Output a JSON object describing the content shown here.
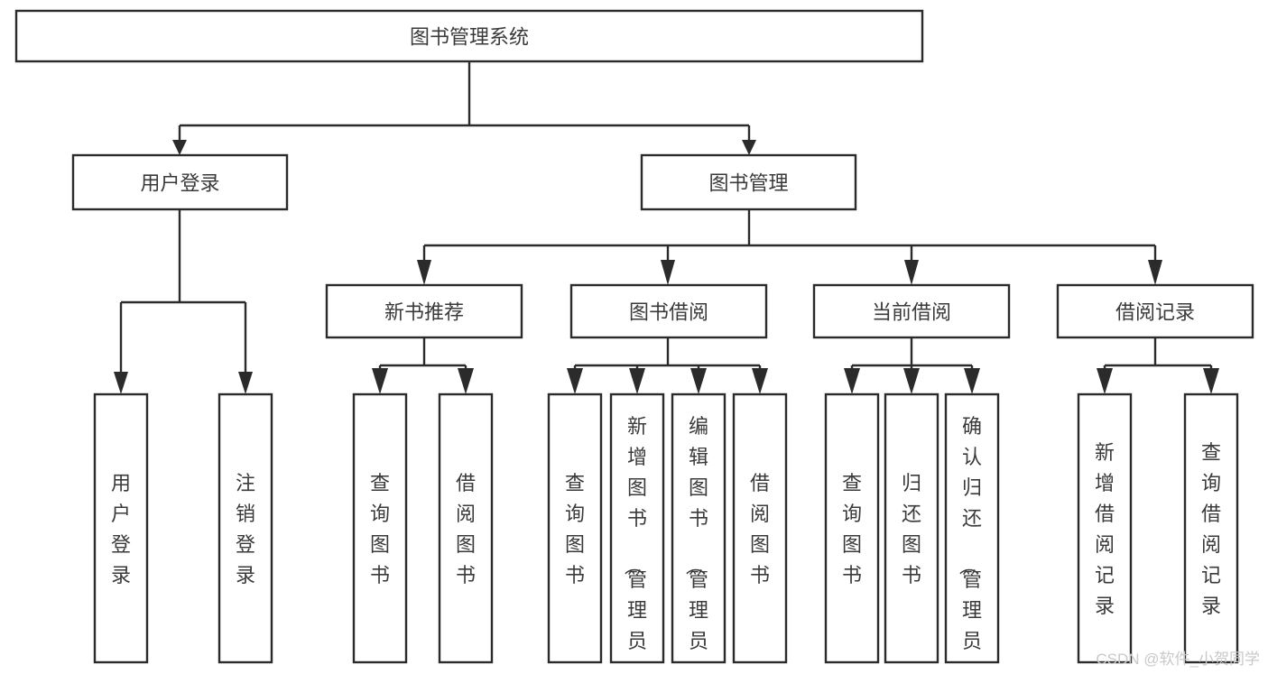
{
  "diagram": {
    "title": "图书管理系统",
    "type": "tree-hierarchy-functional-structure",
    "root": {
      "id": "root",
      "label": "图书管理系统",
      "orientation": "horizontal"
    },
    "level1": [
      {
        "id": "user-login",
        "label": "用户登录",
        "orientation": "horizontal"
      },
      {
        "id": "book-manage",
        "label": "图书管理",
        "orientation": "horizontal"
      }
    ],
    "level2": [
      {
        "id": "new-book-rec",
        "label": "新书推荐",
        "orientation": "horizontal"
      },
      {
        "id": "book-borrow",
        "label": "图书借阅",
        "orientation": "horizontal"
      },
      {
        "id": "current-borrow",
        "label": "当前借阅",
        "orientation": "horizontal"
      },
      {
        "id": "borrow-record",
        "label": "借阅记录",
        "orientation": "horizontal"
      }
    ],
    "leaves": {
      "user-login": [
        {
          "id": "leaf-user-login",
          "label": "用户登录",
          "orientation": "vertical"
        },
        {
          "id": "leaf-logout-login",
          "label": "注销登录",
          "orientation": "vertical"
        }
      ],
      "new-book-rec": [
        {
          "id": "leaf-query-book-1",
          "label": "查询图书",
          "orientation": "vertical"
        },
        {
          "id": "leaf-borrow-book-1",
          "label": "借阅图书",
          "orientation": "vertical"
        }
      ],
      "book-borrow": [
        {
          "id": "leaf-query-book-2",
          "label": "查询图书",
          "orientation": "vertical"
        },
        {
          "id": "leaf-add-book",
          "label": "新增图书（管理员）",
          "orientation": "vertical"
        },
        {
          "id": "leaf-edit-book",
          "label": "编辑图书（管理员）",
          "orientation": "vertical"
        },
        {
          "id": "leaf-borrow-book-2",
          "label": "借阅图书",
          "orientation": "vertical"
        }
      ],
      "current-borrow": [
        {
          "id": "leaf-query-book-3",
          "label": "查询图书",
          "orientation": "vertical"
        },
        {
          "id": "leaf-return-book",
          "label": "归还图书",
          "orientation": "vertical"
        },
        {
          "id": "leaf-confirm-return",
          "label": "确认归还（管理员）",
          "orientation": "vertical"
        }
      ],
      "borrow-record": [
        {
          "id": "leaf-add-record",
          "label": "新增借阅记录",
          "orientation": "vertical"
        },
        {
          "id": "leaf-query-record",
          "label": "查询借阅记录",
          "orientation": "vertical"
        }
      ]
    },
    "watermark": "CSDN @软件_小贺同学",
    "colors": {
      "background": "#ffffff",
      "box_fill": "#ffffff",
      "box_stroke": "#2b2b2b",
      "text": "#3a3a3a",
      "watermark": "#c9c9c9"
    }
  }
}
